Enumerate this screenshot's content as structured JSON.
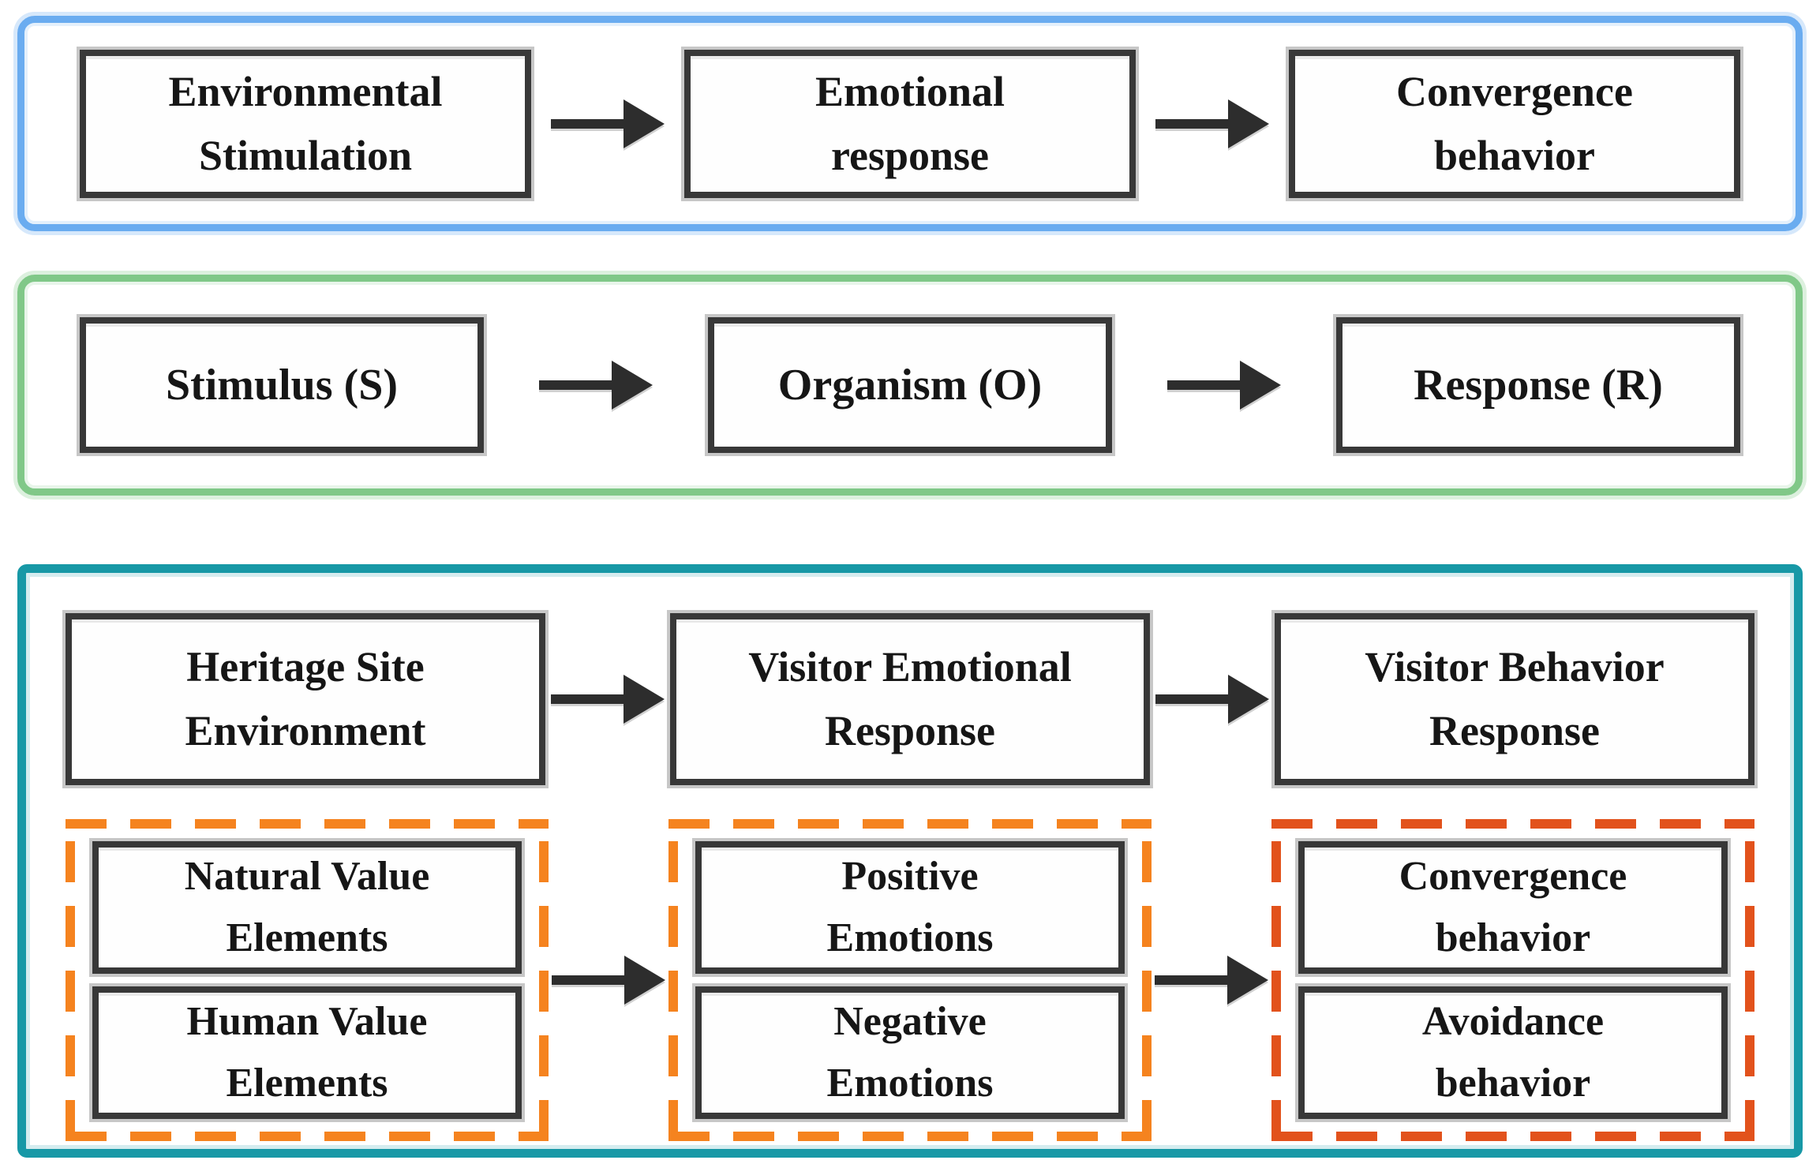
{
  "colors": {
    "background": "#ffffff",
    "row1_border": "#6aacf0",
    "row2_border": "#80c888",
    "row3_border": "#1798a6",
    "dash_orange": "#f5831f",
    "dash_red_orange": "#e2521c",
    "node_border": "#383838",
    "node_outline": "#c7c7c7",
    "arrow": "#2d2d2d",
    "text": "#161616"
  },
  "row1": {
    "box1": "Environmental\nStimulation",
    "box2": "Emotional\nresponse",
    "box3": "Convergence\nbehavior"
  },
  "row2": {
    "box1": "Stimulus (S)",
    "box2": "Organism (O)",
    "box3": "Response (R)"
  },
  "row3": {
    "top": {
      "box1": "Heritage Site\nEnvironment",
      "box2": "Visitor Emotional\nResponse",
      "box3": "Visitor Behavior\nResponse"
    },
    "stimulus_group": {
      "box1": "Natural Value\nElements",
      "box2": "Human Value\nElements"
    },
    "emotion_group": {
      "box1": "Positive\nEmotions",
      "box2": "Negative\nEmotions"
    },
    "behavior_group": {
      "box1": "Convergence\nbehavior",
      "box2": "Avoidance\nbehavior"
    }
  }
}
